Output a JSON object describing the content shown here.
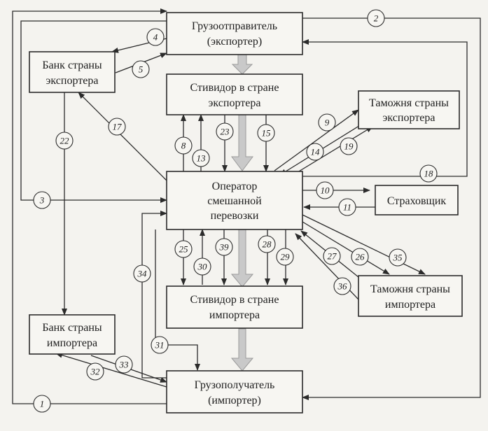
{
  "boxes": {
    "shipper": [
      "Грузоотправитель",
      "(экспортер)"
    ],
    "exporter_bank": [
      "Банк страны",
      "экспортера"
    ],
    "exporter_stevedore": [
      "Стивидор в стране",
      "экспортера"
    ],
    "exporter_customs": [
      "Таможня страны",
      "экспортера"
    ],
    "operator": [
      "Оператор",
      "смешанной",
      "перевозки"
    ],
    "insurer": [
      "Страховщик"
    ],
    "importer_stevedore": [
      "Стивидор в стране",
      "импортера"
    ],
    "importer_customs": [
      "Таможня страны",
      "импортера"
    ],
    "importer_bank": [
      "Банк страны",
      "импортера"
    ],
    "consignee": [
      "Грузополучатель",
      "(импортер)"
    ]
  },
  "badges": {
    "b1": "1",
    "b2": "2",
    "b3": "3",
    "b4": "4",
    "b5": "5",
    "b8": "8",
    "b9": "9",
    "b10": "10",
    "b11": "11",
    "b13": "13",
    "b14": "14",
    "b15": "15",
    "b17": "17",
    "b18": "18",
    "b19": "19",
    "b22": "22",
    "b23": "23",
    "b25": "25",
    "b26": "26",
    "b27": "27",
    "b28": "28",
    "b29": "29",
    "b30": "30",
    "b31": "31",
    "b32": "32",
    "b33": "33",
    "b34": "34",
    "b35": "35",
    "b36": "36",
    "b39": "39"
  }
}
